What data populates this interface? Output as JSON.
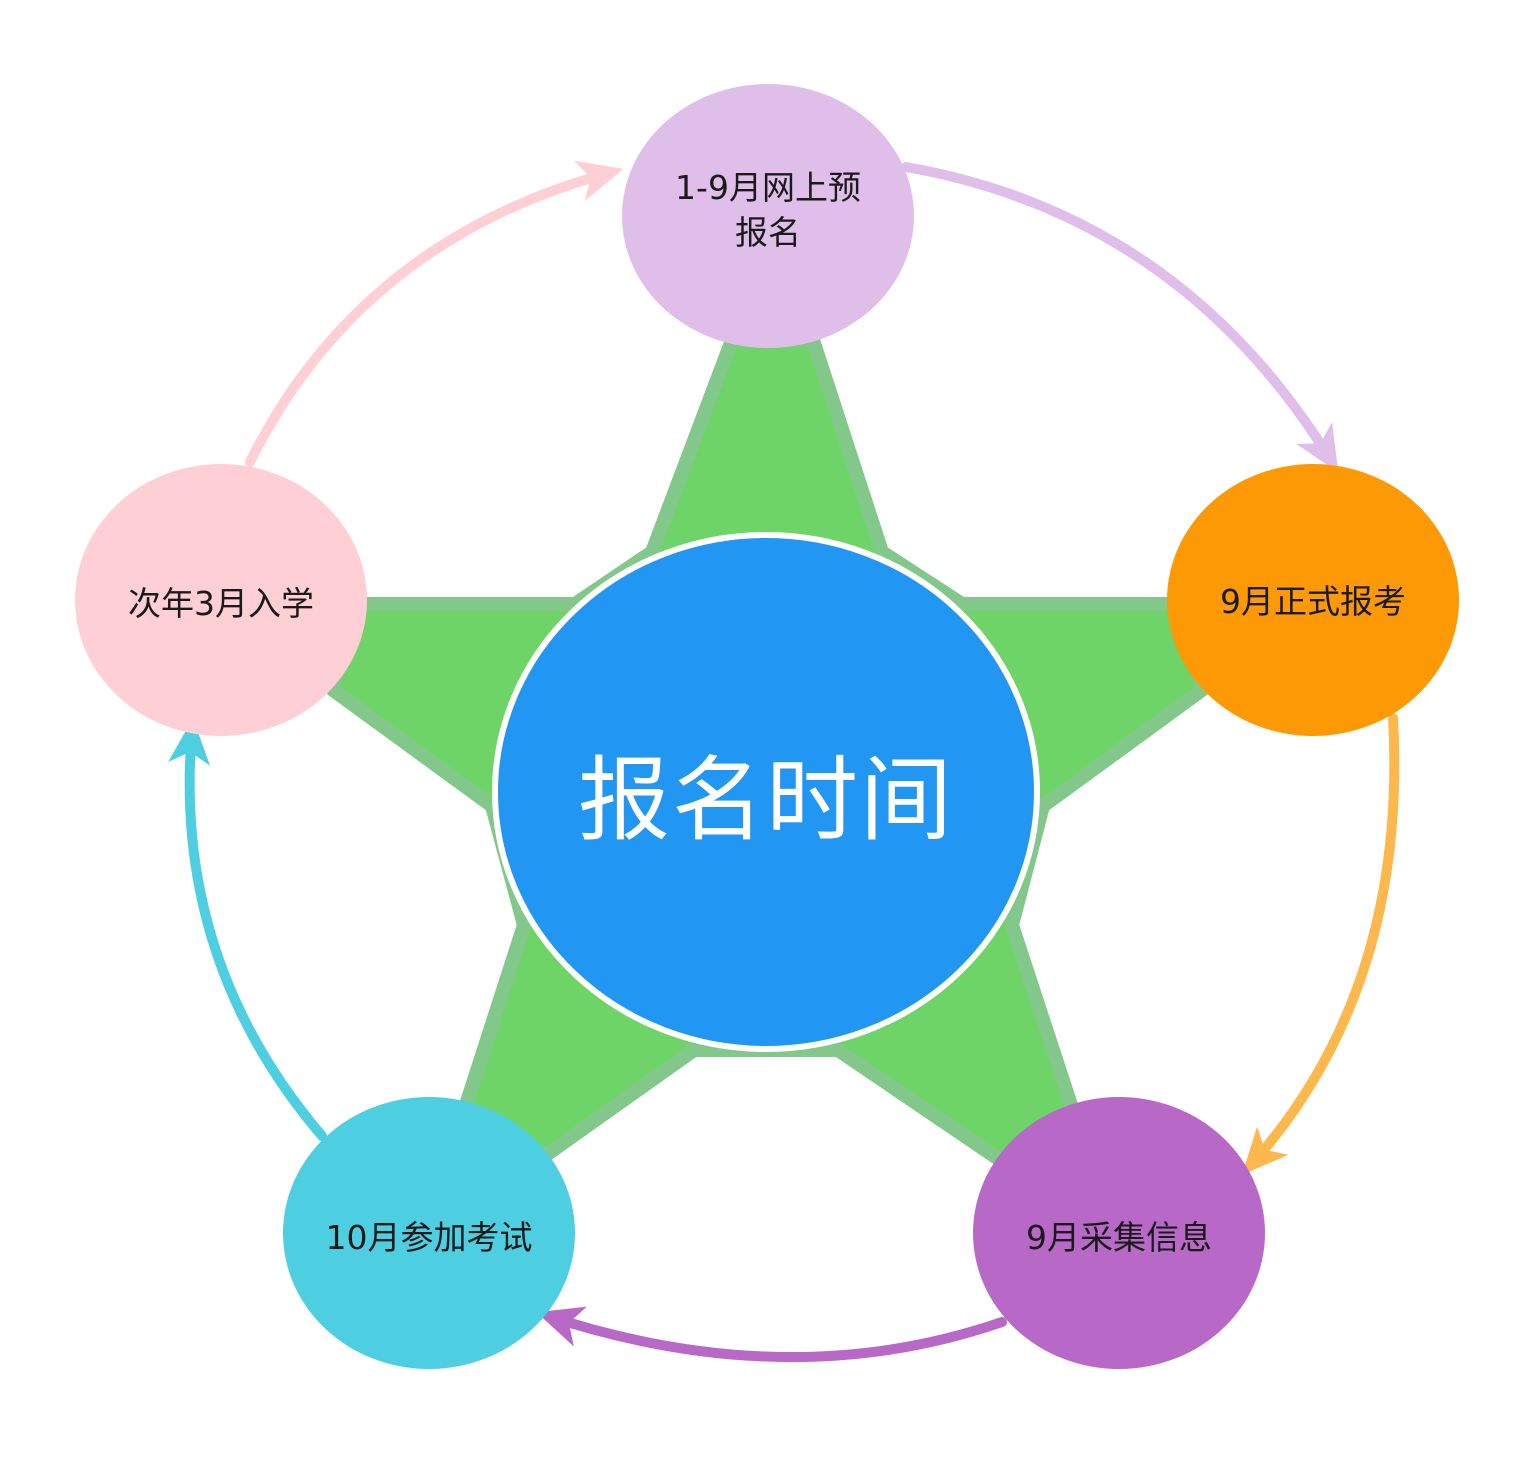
{
  "center": {
    "label": "报名时间",
    "color": "#2196F3"
  },
  "star": {
    "fill": "#6FD467",
    "edge": "#82C88A"
  },
  "nodes": [
    {
      "id": "n1",
      "label": "1-9月网上预\n报名",
      "color": "#DFBEE9"
    },
    {
      "id": "n2",
      "label": "9月正式报考",
      "color": "#FC9904"
    },
    {
      "id": "n3",
      "label": "9月采集信息",
      "color": "#B868C6"
    },
    {
      "id": "n4",
      "label": "10月参加考试",
      "color": "#4DCFE1"
    },
    {
      "id": "n5",
      "label": "次年3月入学",
      "color": "#FFCFD6"
    }
  ],
  "arrows": [
    {
      "from": "n1",
      "to": "n2",
      "color": "#DFBEE9"
    },
    {
      "from": "n2",
      "to": "n3",
      "color": "#FDB84D"
    },
    {
      "from": "n3",
      "to": "n4",
      "color": "#B868C6"
    },
    {
      "from": "n4",
      "to": "n5",
      "color": "#4DCFE1"
    },
    {
      "from": "n5",
      "to": "n1",
      "color": "#FFCFD6"
    }
  ]
}
